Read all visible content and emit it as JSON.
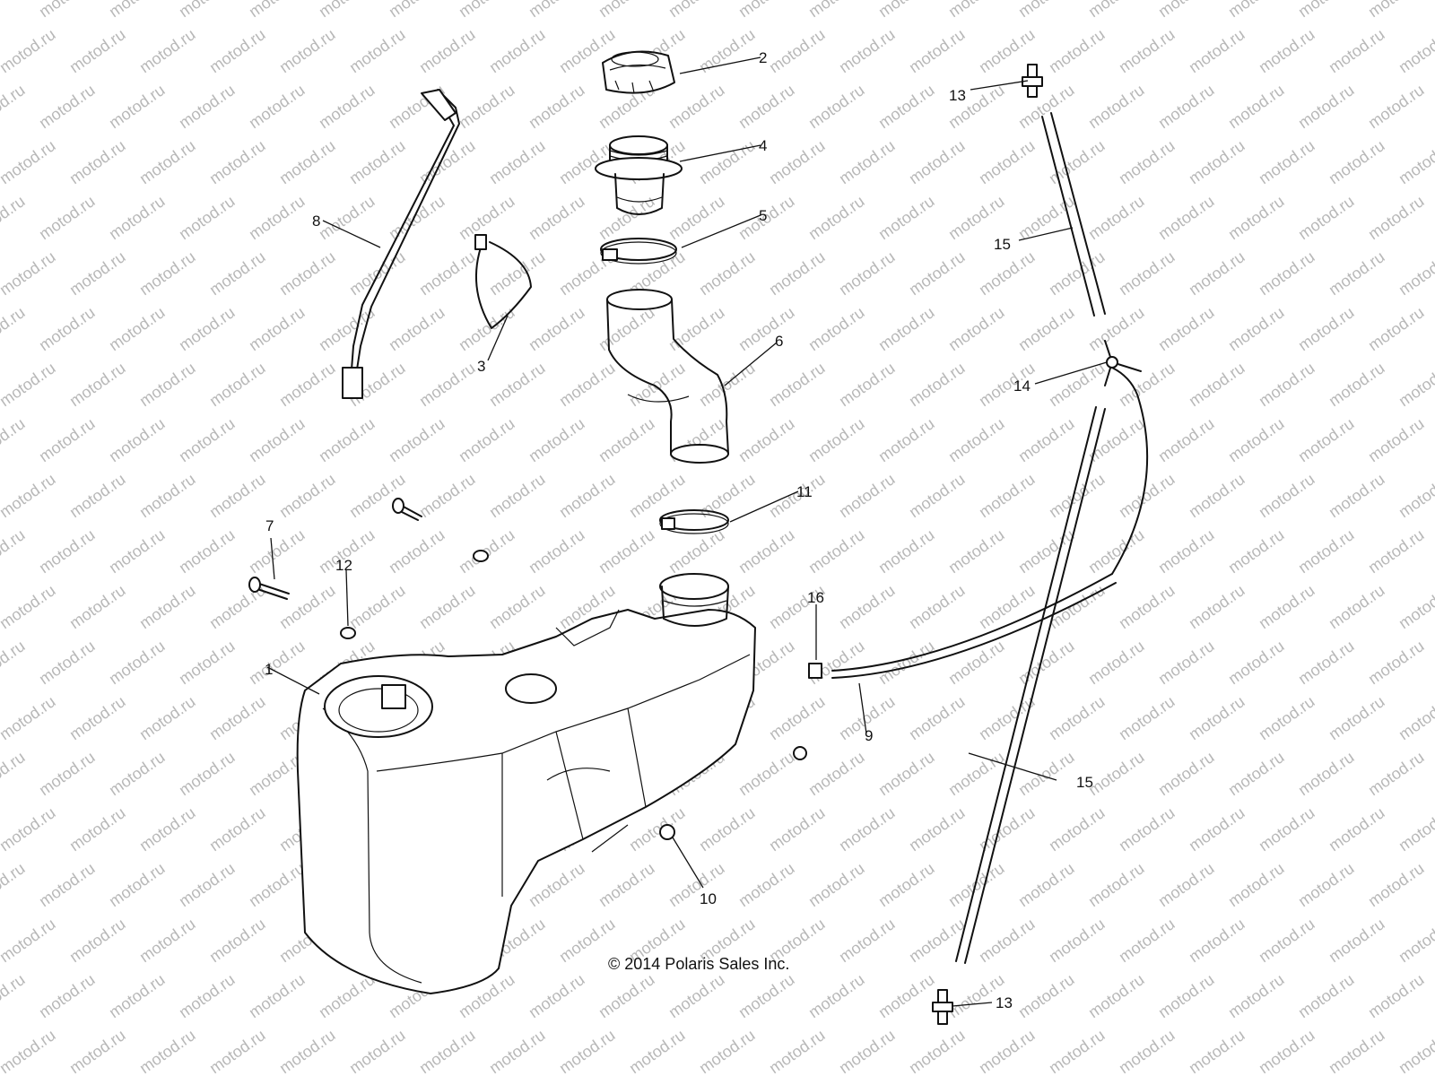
{
  "watermark": "motod.ru",
  "copyright": "© 2014 Polaris Sales Inc.",
  "callouts": [
    "1",
    "2",
    "3",
    "4",
    "5",
    "6",
    "7",
    "8",
    "9",
    "10",
    "11",
    "12",
    "13",
    "13",
    "14",
    "15",
    "15",
    "16"
  ],
  "colors": {
    "line": "#111111",
    "watermark": "#b8b8b8",
    "background": "#ffffff"
  }
}
